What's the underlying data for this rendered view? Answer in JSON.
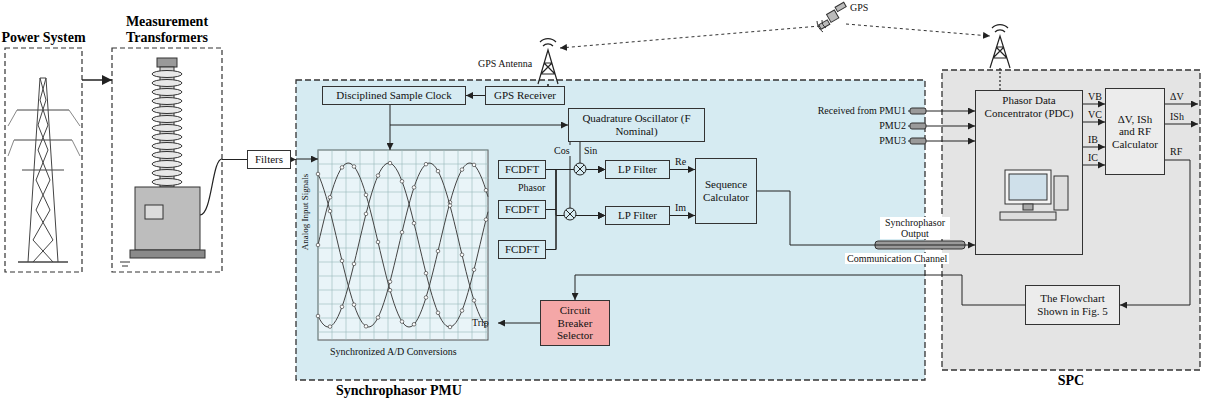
{
  "diagram": {
    "nodes": [
      {
        "text": [
          "Power System"
        ]
      },
      {
        "text": [
          "Measurement Transformers"
        ]
      },
      {
        "text": [
          "Filters"
        ]
      },
      {
        "text": [
          "Synchrophasor PMU"
        ]
      },
      {
        "text": [
          "Disciplined Sample Clock"
        ],
        "in": 3
      },
      {
        "text": [
          "GPS Receiver"
        ],
        "in": 3
      },
      {
        "text": [
          "Quadrature Oscillator (F Nominal)"
        ],
        "in": 3
      },
      {
        "text": [
          "FCDFT"
        ],
        "in": 3
      },
      {
        "text": [
          "FCDFT"
        ],
        "in": 3
      },
      {
        "text": [
          "FCDFT"
        ],
        "in": 3
      },
      {
        "text": [
          "LP Filter"
        ],
        "in": 3
      },
      {
        "text": [
          "LP Filter"
        ],
        "in": 3
      },
      {
        "text": [
          "Sequence Calculator"
        ],
        "in": 3
      },
      {
        "text": [
          "Circuit Breaker Selector"
        ]
      },
      {
        "text": [
          "SPC"
        ]
      },
      {
        "text": [
          "Phasor Data Concentrator (PDC)"
        ],
        "in": 14
      },
      {
        "text": [
          "ΔV, ISh and RF Calculator"
        ],
        "in": 14
      },
      {
        "text": [
          "The Flowchart Shown in Fig. 5"
        ],
        "in": 14
      }
    ],
    "edges": [
      {
        "from": 0,
        "to": 1,
        "arrow": "to"
      },
      {
        "from": 1,
        "to": 2,
        "arrow": "none"
      },
      {
        "from": 2,
        "to": 3,
        "arrow": "to"
      },
      {
        "from": 5,
        "to": 4,
        "arrow": "to"
      },
      {
        "from": 4,
        "to": 6,
        "arrow": "to"
      },
      {
        "from": 6,
        "to": 10,
        "arrow": "to",
        "label": "Sin"
      },
      {
        "from": 6,
        "to": 11,
        "arrow": "to",
        "label": "Cos"
      },
      {
        "from": 7,
        "to": 10,
        "arrow": "to"
      },
      {
        "from": 7,
        "to": 11,
        "arrow": "to"
      },
      {
        "from": 8,
        "to": 10,
        "arrow": "to"
      },
      {
        "from": 8,
        "to": 11,
        "arrow": "to"
      },
      {
        "from": 9,
        "to": 10,
        "arrow": "to"
      },
      {
        "from": 9,
        "to": 11,
        "arrow": "to"
      },
      {
        "from": 10,
        "to": 12,
        "arrow": "to",
        "label": "Re"
      },
      {
        "from": 11,
        "to": 12,
        "arrow": "to",
        "label": "Im"
      },
      {
        "from": 12,
        "to": 15,
        "arrow": "to"
      },
      {
        "from": 15,
        "to": 16,
        "arrow": "to"
      },
      {
        "from": 16,
        "to": 17,
        "arrow": "to"
      },
      {
        "from": 17,
        "to": 13,
        "arrow": "to"
      }
    ],
    "labels": [
      "GPS",
      "GPS Antenna",
      "Analog Input Signals",
      "Synchronized A/D Conversions",
      "Phasor",
      "Synchrophasor Output",
      "Communication Channel",
      "Received from PMU1",
      "PMU2",
      "PMU3",
      "VB",
      "VC",
      "IB",
      "IC",
      "ΔV",
      "ISh",
      "RF",
      "Trip"
    ]
  }
}
